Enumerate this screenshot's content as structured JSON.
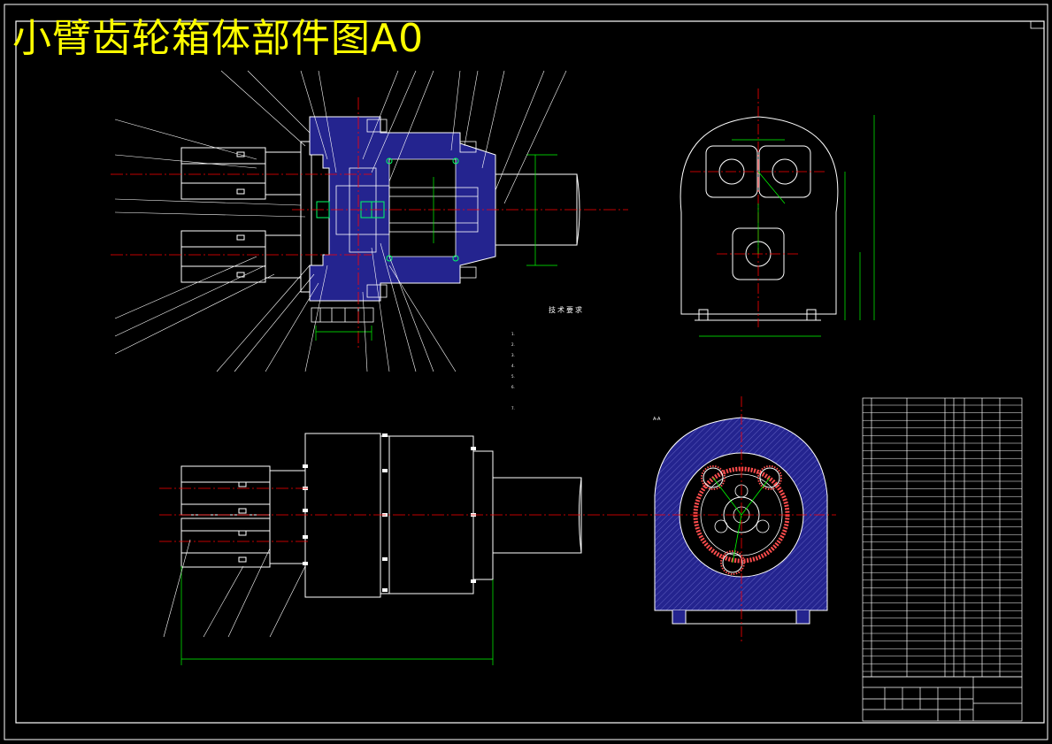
{
  "drawing": {
    "title": "小臂齿轮箱体部件图A0",
    "view_label": "A-A"
  },
  "colors": {
    "background": "#000000",
    "title": "#ffff00",
    "outline": "#ffffff",
    "dimension": "#00ff00",
    "centerline": "#ff0000",
    "section_fill": "#24248f",
    "highlight": "#00ffff"
  },
  "technical_requirements": {
    "heading": "技术要求",
    "lines": [
      "1.",
      "2.",
      "3.",
      "4.",
      "5.",
      "6.",
      "",
      "7."
    ]
  }
}
